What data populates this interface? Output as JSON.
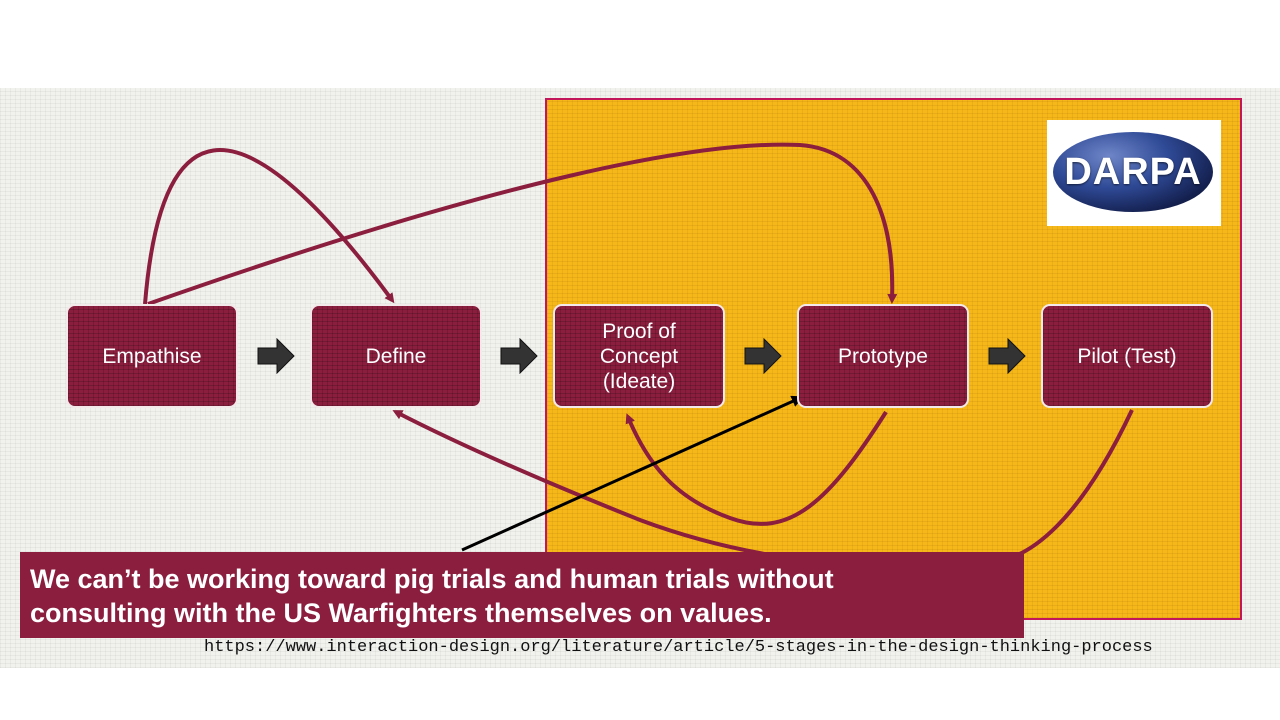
{
  "logo": {
    "text": "DARPA"
  },
  "stages": [
    {
      "id": "empathise",
      "label": "Empathise"
    },
    {
      "id": "define",
      "label": "Define"
    },
    {
      "id": "ideate",
      "label": "Proof of\nConcept\n(Ideate)"
    },
    {
      "id": "prototype",
      "label": "Prototype"
    },
    {
      "id": "pilot",
      "label": "Pilot (Test)"
    }
  ],
  "callout": {
    "line1": "We can’t be working toward pig trials and human trials without",
    "line2": "consulting with the US Warfighters themselves on values."
  },
  "source": {
    "url": "https://www.interaction-design.org/literature/article/5-stages-in-the-design-thinking-process"
  },
  "colors": {
    "stage_fill": "#8b1e3f",
    "panel_yellow": "#f6b819",
    "arc": "#8b1e3f",
    "flow_arrow": "#333333"
  }
}
